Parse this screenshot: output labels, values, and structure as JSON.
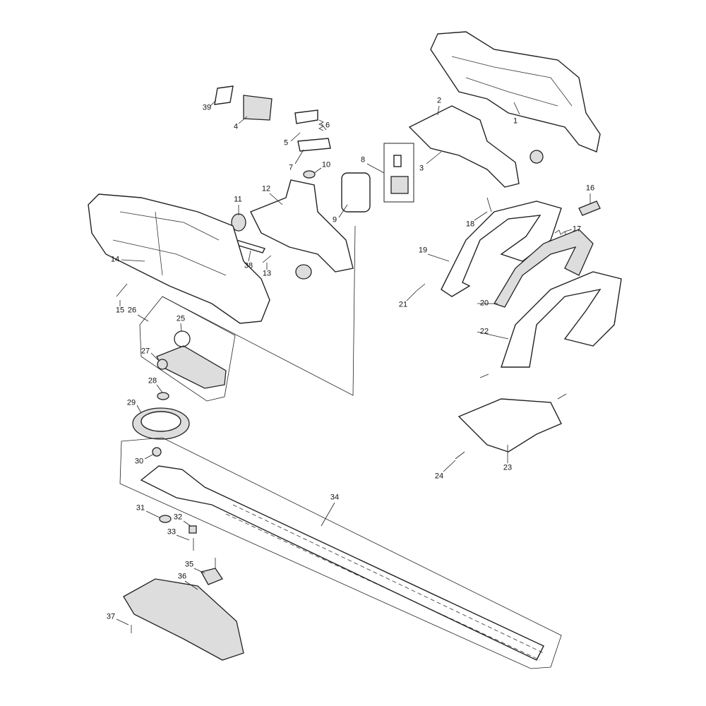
{
  "diagram": {
    "type": "exploded-parts-diagram",
    "labels": [
      "1",
      "2",
      "3",
      "4",
      "5",
      "6",
      "7",
      "8",
      "9",
      "10",
      "11",
      "12",
      "13",
      "14",
      "15",
      "16",
      "17",
      "18",
      "19",
      "20",
      "21",
      "22",
      "23",
      "24",
      "25",
      "26",
      "27",
      "28",
      "29",
      "30",
      "31",
      "32",
      "33",
      "34",
      "35",
      "36",
      "37",
      "38",
      "39"
    ]
  }
}
